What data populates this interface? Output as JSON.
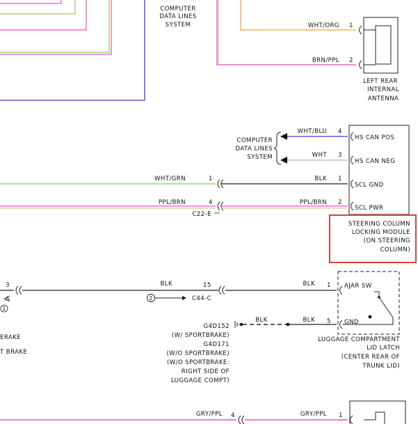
{
  "colors": {
    "orange": "#f5a04a",
    "pink": "#e94cc6",
    "blue": "#3a3ad0",
    "green": "#7fd64a",
    "olive": "#b8b860",
    "black": "#222222",
    "gray": "#bdbdbd",
    "highlight": "#d94040"
  },
  "top": {
    "computer_data_lines": [
      "COMPUTER",
      "DATA LINES",
      "SYSTEM"
    ],
    "wire1": {
      "color_code": "WHT/ORG",
      "pin": "1"
    },
    "wire2": {
      "color_code": "BRN/PPL",
      "pin": "2"
    },
    "antenna_label": [
      "LEFT REAR",
      "INTERNAL",
      "ANTENNA"
    ]
  },
  "module": {
    "computer_data_lines": [
      "COMPUTER",
      "DATA LINES",
      "SYSTEM"
    ],
    "pins": [
      {
        "wire": "WHT/BLU",
        "pin": "4",
        "name": "HS CAN POS"
      },
      {
        "wire": "WHT",
        "pin": "3",
        "name": "HS CAN NEG"
      },
      {
        "wire": "BLK",
        "pin": "1",
        "name": "SCL GND"
      },
      {
        "wire": "PPL/BRN",
        "pin": "2",
        "name": "SCL PWR"
      }
    ],
    "left_wires": [
      {
        "wire": "WHT/GRN",
        "pin": "1"
      },
      {
        "wire": "PPL/BRN",
        "pin": "4"
      }
    ],
    "connector": "C22-E",
    "label": [
      "STEERING COLUMN",
      "LOCKING MODULE",
      "(ON STEERING",
      "COLUMN)"
    ]
  },
  "latch": {
    "left_pin": "3",
    "left_ref": "A",
    "left_circle": "1",
    "brake_1": "ERAKE",
    "brake_2": "T BRAKE",
    "mid_wire": "BLK",
    "mid_pin": "15",
    "ref_circle": "2",
    "connector": "C44-C",
    "right_wire": "BLK",
    "right_pin": "1",
    "pin_ajar": "AJAR SW",
    "ground_wire": "BLK",
    "ground_pin": "5",
    "ground_wire2": "BLK",
    "pin_gnd": "GND",
    "ground_notes": [
      "G4D152",
      "(W/ SPORTBRAKE)",
      "G4D171",
      "(W/O SPORTBRAKE)",
      "(W/O SPORTBRAKE:",
      "RIGHT SIDE OF",
      "LUGGAGE COMPT)"
    ],
    "label": [
      "LUGGAGE COMPARTMENT",
      "LID LATCH",
      "(CENTER REAR OF",
      "TRUNK LID)"
    ]
  },
  "bottom": {
    "left_wire": "GRY/PPL",
    "left_pin": "4",
    "right_wire": "GRY/PPL",
    "right_pin": "1"
  }
}
